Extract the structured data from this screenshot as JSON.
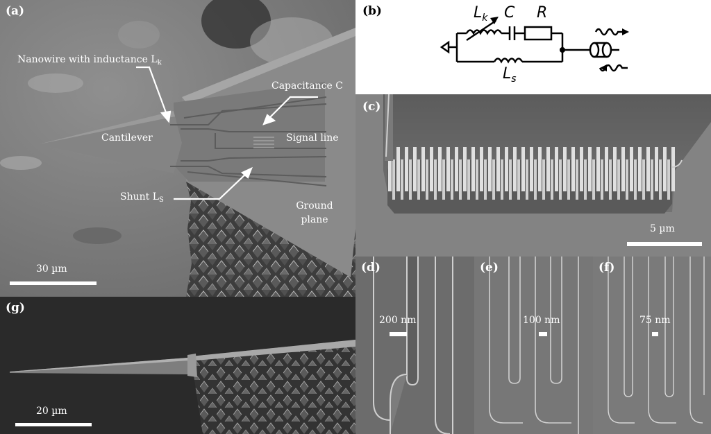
{
  "panels": {
    "a": {
      "label": "(a)",
      "annotations": {
        "nanowire": "Nanowire with inductance L",
        "nanowire_sub": "k",
        "capacitance": "Capacitance C",
        "cantilever": "Cantilever",
        "signal_line": "Signal line",
        "shunt": "Shunt L",
        "shunt_sub": "S",
        "ground_1": "Ground",
        "ground_2": "plane"
      },
      "scale": "30 µm"
    },
    "b": {
      "label": "(b)",
      "circuit": {
        "lk": "L",
        "lk_sub": "k",
        "c": "C",
        "r": "R",
        "ls": "L",
        "ls_sub": "s"
      }
    },
    "c": {
      "label": "(c)",
      "scale": "5 µm"
    },
    "d": {
      "label": "(d)",
      "scale": "200 nm"
    },
    "e": {
      "label": "(e)",
      "scale": "100 nm"
    },
    "f": {
      "label": "(f)",
      "scale": "75 nm"
    },
    "g": {
      "label": "(g)",
      "scale": "20 µm"
    }
  }
}
